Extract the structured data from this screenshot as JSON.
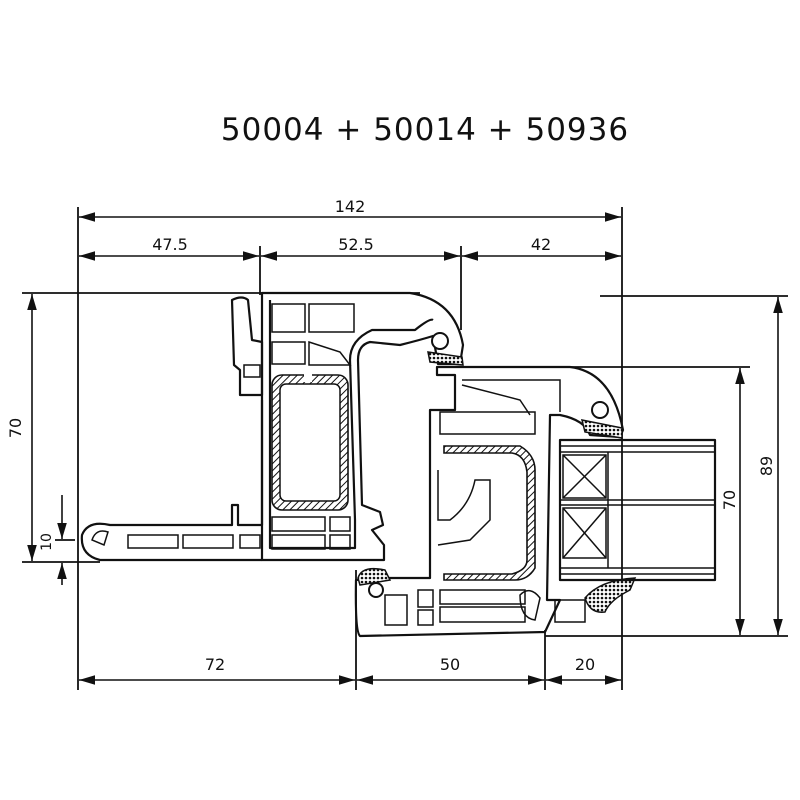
{
  "title": "50004 + 50014 + 50936",
  "dimensions": {
    "overall_width": "142",
    "top_segments": [
      "47.5",
      "52.5",
      "42"
    ],
    "left_height": "70",
    "left_sill": "10",
    "right_inner_height": "70",
    "right_total_height": "89",
    "bottom_segments": [
      "72",
      "50",
      "20"
    ]
  }
}
